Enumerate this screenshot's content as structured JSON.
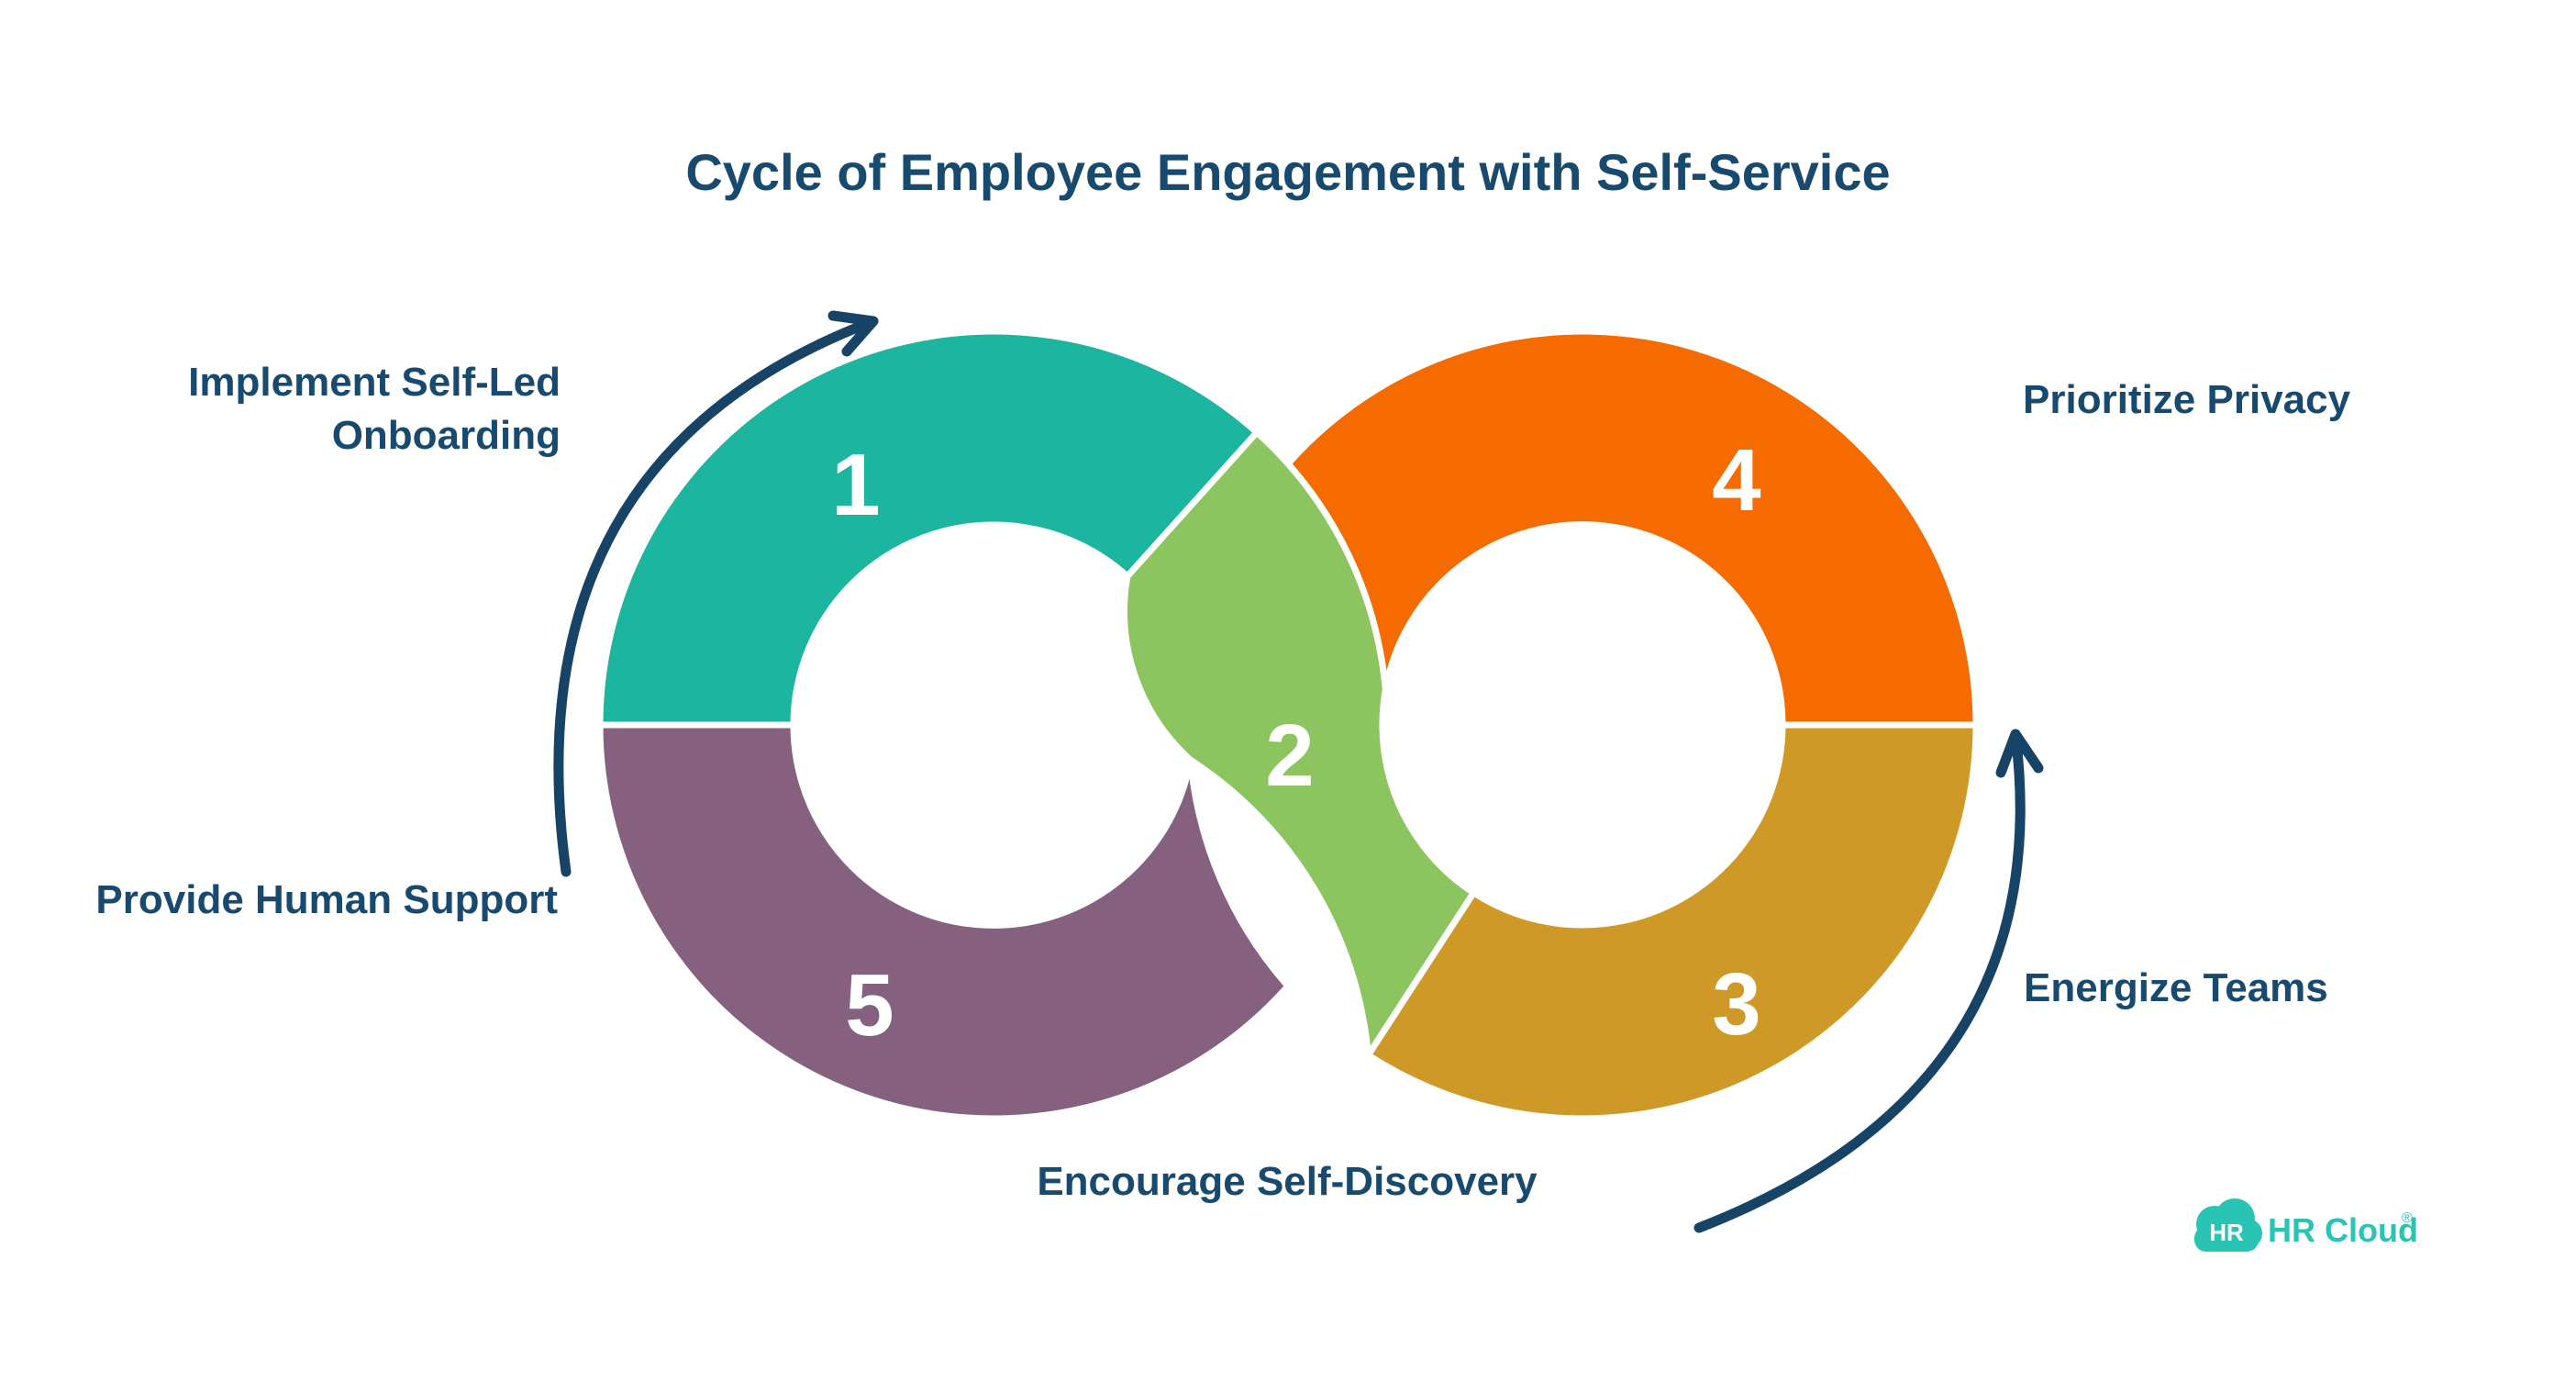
{
  "title": "Cycle of Employee Engagement with Self-Service",
  "steps": [
    {
      "number": "1",
      "label": "Implement Self-Led Onboarding",
      "label_line1": "Implement Self-Led",
      "label_line2": "Onboarding",
      "color": "#1CB5A0"
    },
    {
      "number": "2",
      "label": "Encourage Self-Discovery",
      "color": "#8CC45F"
    },
    {
      "number": "3",
      "label": "Energize Teams",
      "color": "#CF9927"
    },
    {
      "number": "4",
      "label": "Prioritize Privacy",
      "color": "#F56B00"
    },
    {
      "number": "5",
      "label": "Provide Human Support",
      "color": "#86607F"
    }
  ],
  "colors": {
    "navy": "#174A6E",
    "arrow": "#174366",
    "background": "#FFFFFF"
  },
  "logo": {
    "icon_text": "HR",
    "brand": "HR Cloud",
    "trademark": "®",
    "color": "#29C4B3"
  }
}
